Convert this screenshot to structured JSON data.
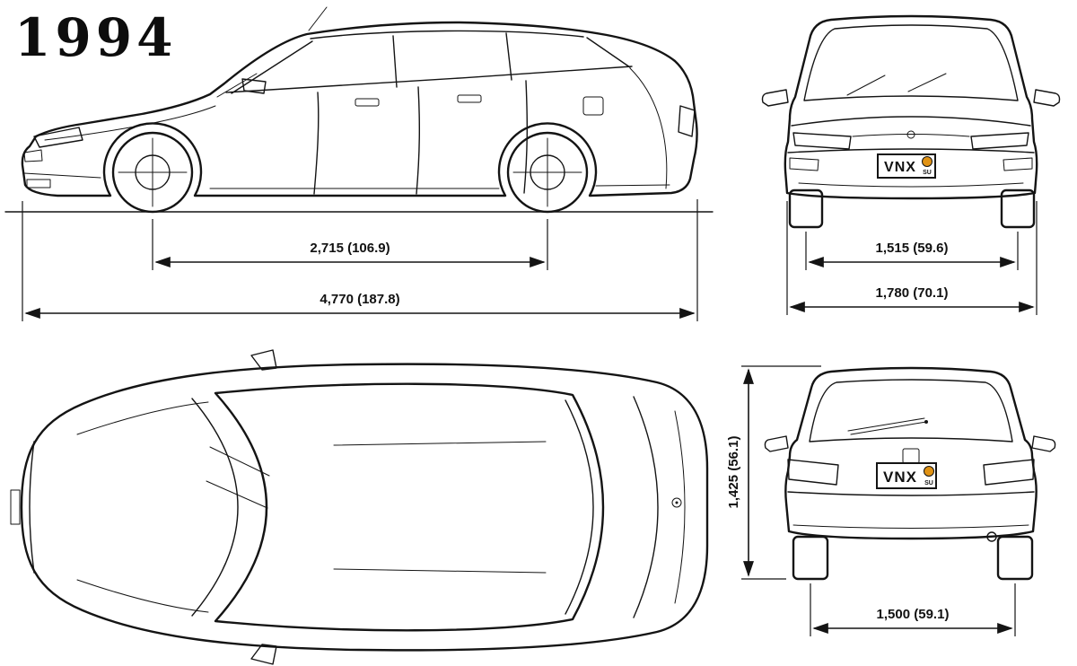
{
  "title": "1994",
  "dimensions": {
    "wheelbase": "2,715 (106.9)",
    "overall_length": "4,770 (187.8)",
    "front_track": "1,515 (59.6)",
    "overall_width": "1,780 (70.1)",
    "overall_height": "1,425 (56.1)",
    "rear_track": "1,500 (59.1)"
  },
  "plate": {
    "front": {
      "text": "VNX",
      "badge": "SU"
    },
    "rear": {
      "text": "VNX",
      "badge": "SU"
    }
  },
  "colors": {
    "line": "#141414",
    "background": "#ffffff",
    "badge_orange": "#e09214"
  }
}
